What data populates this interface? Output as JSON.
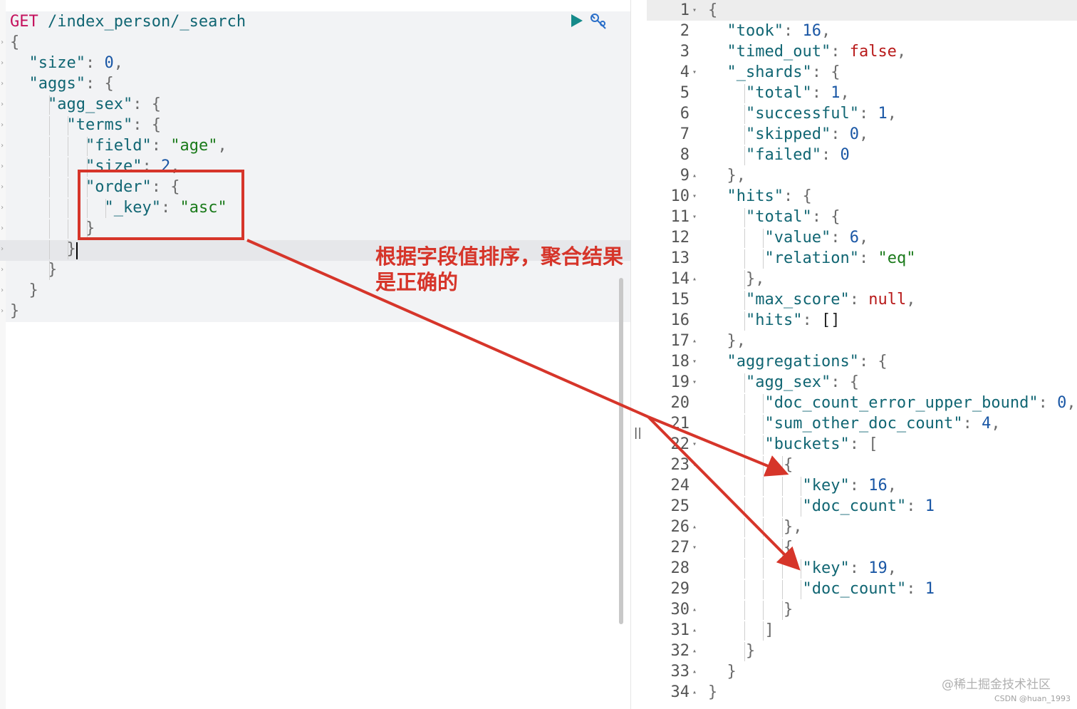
{
  "request": {
    "method": "GET",
    "path": "/index_person/_search",
    "lines": [
      {
        "indent": 0,
        "tokens": [
          {
            "c": "p",
            "t": "{"
          }
        ]
      },
      {
        "indent": 1,
        "tokens": [
          {
            "c": "k",
            "t": "\"size\""
          },
          {
            "c": "p",
            "t": ": "
          },
          {
            "c": "n",
            "t": "0"
          },
          {
            "c": "p",
            "t": ","
          }
        ]
      },
      {
        "indent": 1,
        "tokens": [
          {
            "c": "k",
            "t": "\"aggs\""
          },
          {
            "c": "p",
            "t": ": {"
          }
        ]
      },
      {
        "indent": 2,
        "tokens": [
          {
            "c": "k",
            "t": "\"agg_sex\""
          },
          {
            "c": "p",
            "t": ": {"
          }
        ]
      },
      {
        "indent": 3,
        "tokens": [
          {
            "c": "k",
            "t": "\"terms\""
          },
          {
            "c": "p",
            "t": ": {"
          }
        ]
      },
      {
        "indent": 4,
        "tokens": [
          {
            "c": "k",
            "t": "\"field\""
          },
          {
            "c": "p",
            "t": ": "
          },
          {
            "c": "s",
            "t": "\"age\""
          },
          {
            "c": "p",
            "t": ","
          }
        ]
      },
      {
        "indent": 4,
        "tokens": [
          {
            "c": "k",
            "t": "\"size\""
          },
          {
            "c": "p",
            "t": ": "
          },
          {
            "c": "n",
            "t": "2"
          },
          {
            "c": "p",
            "t": ","
          }
        ]
      },
      {
        "indent": 4,
        "tokens": [
          {
            "c": "k",
            "t": "\"order\""
          },
          {
            "c": "p",
            "t": ": {"
          }
        ]
      },
      {
        "indent": 5,
        "tokens": [
          {
            "c": "k",
            "t": "\"_key\""
          },
          {
            "c": "p",
            "t": ": "
          },
          {
            "c": "s",
            "t": "\"asc\""
          }
        ]
      },
      {
        "indent": 4,
        "tokens": [
          {
            "c": "p",
            "t": "}"
          }
        ]
      },
      {
        "indent": 3,
        "tokens": [
          {
            "c": "p",
            "t": "}"
          }
        ]
      },
      {
        "indent": 2,
        "tokens": [
          {
            "c": "p",
            "t": "}"
          }
        ]
      },
      {
        "indent": 1,
        "tokens": [
          {
            "c": "p",
            "t": "}"
          }
        ]
      },
      {
        "indent": 0,
        "tokens": [
          {
            "c": "p",
            "t": "}"
          }
        ]
      }
    ]
  },
  "response": {
    "lines": [
      {
        "n": "1",
        "fold": "▾",
        "indent": 0,
        "tokens": [
          {
            "c": "p",
            "t": "{"
          }
        ]
      },
      {
        "n": "2",
        "fold": "",
        "indent": 1,
        "tokens": [
          {
            "c": "k",
            "t": "\"took\""
          },
          {
            "c": "p",
            "t": ": "
          },
          {
            "c": "n",
            "t": "16"
          },
          {
            "c": "p",
            "t": ","
          }
        ]
      },
      {
        "n": "3",
        "fold": "",
        "indent": 1,
        "tokens": [
          {
            "c": "k",
            "t": "\"timed_out\""
          },
          {
            "c": "p",
            "t": ": "
          },
          {
            "c": "b",
            "t": "false"
          },
          {
            "c": "p",
            "t": ","
          }
        ]
      },
      {
        "n": "4",
        "fold": "▾",
        "indent": 1,
        "tokens": [
          {
            "c": "k",
            "t": "\"_shards\""
          },
          {
            "c": "p",
            "t": ": {"
          }
        ]
      },
      {
        "n": "5",
        "fold": "",
        "indent": 2,
        "tokens": [
          {
            "c": "k",
            "t": "\"total\""
          },
          {
            "c": "p",
            "t": ": "
          },
          {
            "c": "n",
            "t": "1"
          },
          {
            "c": "p",
            "t": ","
          }
        ]
      },
      {
        "n": "6",
        "fold": "",
        "indent": 2,
        "tokens": [
          {
            "c": "k",
            "t": "\"successful\""
          },
          {
            "c": "p",
            "t": ": "
          },
          {
            "c": "n",
            "t": "1"
          },
          {
            "c": "p",
            "t": ","
          }
        ]
      },
      {
        "n": "7",
        "fold": "",
        "indent": 2,
        "tokens": [
          {
            "c": "k",
            "t": "\"skipped\""
          },
          {
            "c": "p",
            "t": ": "
          },
          {
            "c": "n",
            "t": "0"
          },
          {
            "c": "p",
            "t": ","
          }
        ]
      },
      {
        "n": "8",
        "fold": "",
        "indent": 2,
        "tokens": [
          {
            "c": "k",
            "t": "\"failed\""
          },
          {
            "c": "p",
            "t": ": "
          },
          {
            "c": "n",
            "t": "0"
          }
        ]
      },
      {
        "n": "9",
        "fold": "▴",
        "indent": 1,
        "tokens": [
          {
            "c": "p",
            "t": "},"
          }
        ]
      },
      {
        "n": "10",
        "fold": "▾",
        "indent": 1,
        "tokens": [
          {
            "c": "k",
            "t": "\"hits\""
          },
          {
            "c": "p",
            "t": ": {"
          }
        ]
      },
      {
        "n": "11",
        "fold": "▾",
        "indent": 2,
        "tokens": [
          {
            "c": "k",
            "t": "\"total\""
          },
          {
            "c": "p",
            "t": ": {"
          }
        ]
      },
      {
        "n": "12",
        "fold": "",
        "indent": 3,
        "tokens": [
          {
            "c": "k",
            "t": "\"value\""
          },
          {
            "c": "p",
            "t": ": "
          },
          {
            "c": "n",
            "t": "6"
          },
          {
            "c": "p",
            "t": ","
          }
        ]
      },
      {
        "n": "13",
        "fold": "",
        "indent": 3,
        "tokens": [
          {
            "c": "k",
            "t": "\"relation\""
          },
          {
            "c": "p",
            "t": ": "
          },
          {
            "c": "s",
            "t": "\"eq\""
          }
        ]
      },
      {
        "n": "14",
        "fold": "▴",
        "indent": 2,
        "tokens": [
          {
            "c": "p",
            "t": "},"
          }
        ]
      },
      {
        "n": "15",
        "fold": "",
        "indent": 2,
        "tokens": [
          {
            "c": "k",
            "t": "\"max_score\""
          },
          {
            "c": "p",
            "t": ": "
          },
          {
            "c": "b",
            "t": "null"
          },
          {
            "c": "p",
            "t": ","
          }
        ]
      },
      {
        "n": "16",
        "fold": "",
        "indent": 2,
        "tokens": [
          {
            "c": "k",
            "t": "\"hits\""
          },
          {
            "c": "p",
            "t": ": "
          },
          {
            "c": "t",
            "t": "[]"
          }
        ]
      },
      {
        "n": "17",
        "fold": "▴",
        "indent": 1,
        "tokens": [
          {
            "c": "p",
            "t": "},"
          }
        ]
      },
      {
        "n": "18",
        "fold": "▾",
        "indent": 1,
        "tokens": [
          {
            "c": "k",
            "t": "\"aggregations\""
          },
          {
            "c": "p",
            "t": ": {"
          }
        ]
      },
      {
        "n": "19",
        "fold": "▾",
        "indent": 2,
        "tokens": [
          {
            "c": "k",
            "t": "\"agg_sex\""
          },
          {
            "c": "p",
            "t": ": {"
          }
        ]
      },
      {
        "n": "20",
        "fold": "",
        "indent": 3,
        "tokens": [
          {
            "c": "k",
            "t": "\"doc_count_error_upper_bound\""
          },
          {
            "c": "p",
            "t": ": "
          },
          {
            "c": "n",
            "t": "0"
          },
          {
            "c": "p",
            "t": ","
          }
        ]
      },
      {
        "n": "21",
        "fold": "",
        "indent": 3,
        "tokens": [
          {
            "c": "k",
            "t": "\"sum_other_doc_count\""
          },
          {
            "c": "p",
            "t": ": "
          },
          {
            "c": "n",
            "t": "4"
          },
          {
            "c": "p",
            "t": ","
          }
        ]
      },
      {
        "n": "22",
        "fold": "▾",
        "indent": 3,
        "tokens": [
          {
            "c": "k",
            "t": "\"buckets\""
          },
          {
            "c": "p",
            "t": ": ["
          }
        ]
      },
      {
        "n": "23",
        "fold": "▾",
        "indent": 4,
        "tokens": [
          {
            "c": "p",
            "t": "{"
          }
        ]
      },
      {
        "n": "24",
        "fold": "",
        "indent": 5,
        "tokens": [
          {
            "c": "k",
            "t": "\"key\""
          },
          {
            "c": "p",
            "t": ": "
          },
          {
            "c": "n",
            "t": "16"
          },
          {
            "c": "p",
            "t": ","
          }
        ]
      },
      {
        "n": "25",
        "fold": "",
        "indent": 5,
        "tokens": [
          {
            "c": "k",
            "t": "\"doc_count\""
          },
          {
            "c": "p",
            "t": ": "
          },
          {
            "c": "n",
            "t": "1"
          }
        ]
      },
      {
        "n": "26",
        "fold": "▴",
        "indent": 4,
        "tokens": [
          {
            "c": "p",
            "t": "},"
          }
        ]
      },
      {
        "n": "27",
        "fold": "▾",
        "indent": 4,
        "tokens": [
          {
            "c": "p",
            "t": "{"
          }
        ]
      },
      {
        "n": "28",
        "fold": "",
        "indent": 5,
        "tokens": [
          {
            "c": "k",
            "t": "\"key\""
          },
          {
            "c": "p",
            "t": ": "
          },
          {
            "c": "n",
            "t": "19"
          },
          {
            "c": "p",
            "t": ","
          }
        ]
      },
      {
        "n": "29",
        "fold": "",
        "indent": 5,
        "tokens": [
          {
            "c": "k",
            "t": "\"doc_count\""
          },
          {
            "c": "p",
            "t": ": "
          },
          {
            "c": "n",
            "t": "1"
          }
        ]
      },
      {
        "n": "30",
        "fold": "▴",
        "indent": 4,
        "tokens": [
          {
            "c": "p",
            "t": "}"
          }
        ]
      },
      {
        "n": "31",
        "fold": "▴",
        "indent": 3,
        "tokens": [
          {
            "c": "p",
            "t": "]"
          }
        ]
      },
      {
        "n": "32",
        "fold": "▴",
        "indent": 2,
        "tokens": [
          {
            "c": "p",
            "t": "}"
          }
        ]
      },
      {
        "n": "33",
        "fold": "▴",
        "indent": 1,
        "tokens": [
          {
            "c": "p",
            "t": "}"
          }
        ]
      },
      {
        "n": "34",
        "fold": "▴",
        "indent": 0,
        "tokens": [
          {
            "c": "p",
            "t": "}"
          }
        ]
      }
    ]
  },
  "annotation": {
    "text": "根据字段值排序，聚合结果\n是正确的",
    "color": "#d6352a"
  },
  "toolbar": {
    "run_icon": "play-triangle-icon",
    "settings_icon": "wrench-icon"
  },
  "divider": {
    "handle": "||"
  },
  "watermark": {
    "juejin": "@稀土掘金技术社区",
    "csdn": "CSDN @huan_1993"
  }
}
